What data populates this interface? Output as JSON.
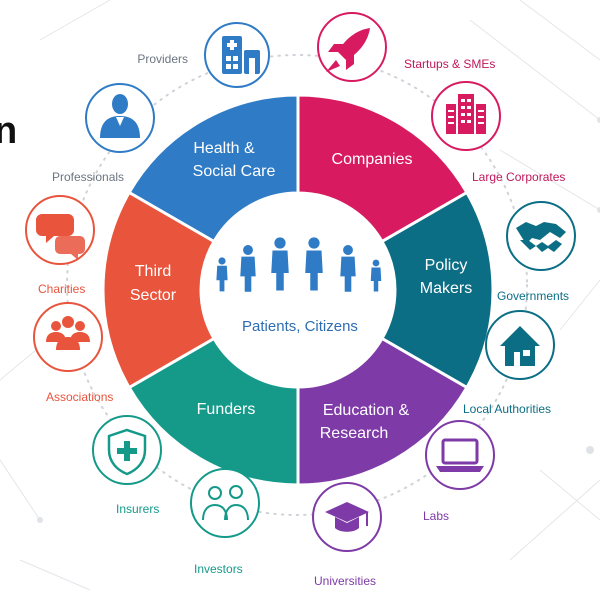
{
  "title_fragment": "n",
  "center": {
    "label": "Patients, Citizens",
    "icon": "family-icon"
  },
  "segments": [
    {
      "id": "health",
      "lines": [
        "Health &",
        "Social Care"
      ],
      "color": "#2f7bc6"
    },
    {
      "id": "companies",
      "lines": [
        "Companies"
      ],
      "color": "#d81b60"
    },
    {
      "id": "policy",
      "lines": [
        "Policy",
        "Makers"
      ],
      "color": "#0c6e85"
    },
    {
      "id": "education",
      "lines": [
        "Education &",
        "Research"
      ],
      "color": "#7e3aa6"
    },
    {
      "id": "funders",
      "lines": [
        "Funders"
      ],
      "color": "#159a8a"
    },
    {
      "id": "third",
      "lines": [
        "Third",
        "Sector"
      ],
      "color": "#e8543c"
    }
  ],
  "items": [
    {
      "label": "Providers",
      "icon": "hospital-icon",
      "color": "#2f7bc6"
    },
    {
      "label": "Startups & SMEs",
      "icon": "rocket-icon",
      "color": "#d81b60"
    },
    {
      "label": "Professionals",
      "icon": "doctor-icon",
      "color": "#2f7bc6"
    },
    {
      "label": "Large Corporates",
      "icon": "office-building-icon",
      "color": "#d81b60"
    },
    {
      "label": "Charities",
      "icon": "chat-bubbles-icon",
      "color": "#e8543c"
    },
    {
      "label": "Governments",
      "icon": "handshake-icon",
      "color": "#0c6e85"
    },
    {
      "label": "Associations",
      "icon": "people-group-icon",
      "color": "#e8543c"
    },
    {
      "label": "Local Authorities",
      "icon": "house-icon",
      "color": "#0c6e85"
    },
    {
      "label": "Insurers",
      "icon": "shield-cross-icon",
      "color": "#159a8a"
    },
    {
      "label": "Labs",
      "icon": "laptop-icon",
      "color": "#7e3aa6"
    },
    {
      "label": "Investors",
      "icon": "investors-icon",
      "color": "#159a8a"
    },
    {
      "label": "Universities",
      "icon": "graduation-cap-icon",
      "color": "#7e3aa6"
    }
  ]
}
